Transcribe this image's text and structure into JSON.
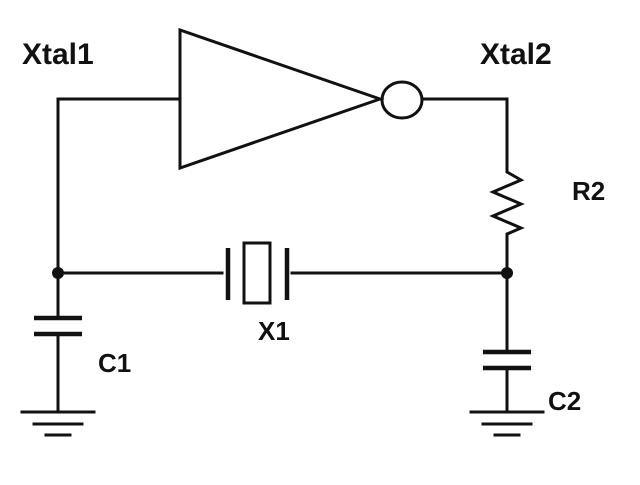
{
  "labels": {
    "xtal1": "Xtal1",
    "xtal2": "Xtal2",
    "r2": "R2",
    "x1": "X1",
    "c1": "C1",
    "c2": "C2"
  },
  "colors": {
    "wire": "#111111",
    "background": "#ffffff"
  },
  "components": {
    "inverter": "inverter-gate",
    "resistor": "resistor",
    "crystal": "crystal",
    "capacitor_1": "capacitor",
    "capacitor_2": "capacitor",
    "ground_1": "ground",
    "ground_2": "ground"
  }
}
